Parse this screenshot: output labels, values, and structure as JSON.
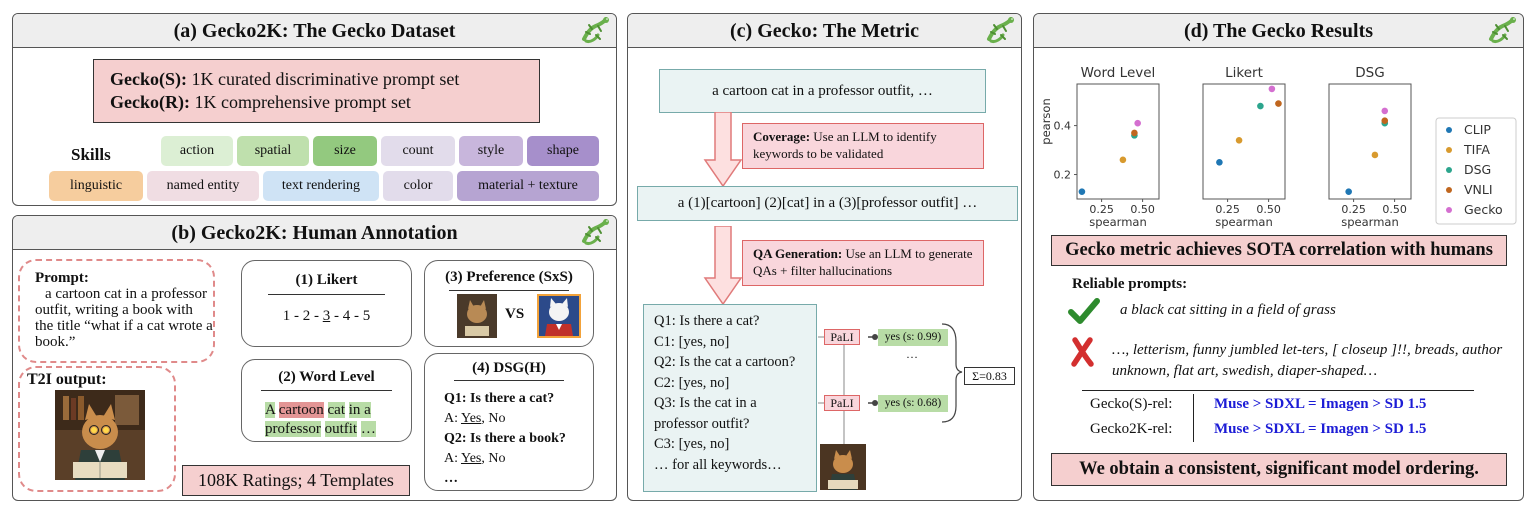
{
  "panel_a": {
    "title": "(a) Gecko2K: The Gecko Dataset",
    "gecko_s_label": "Gecko(S):",
    "gecko_s_text": " 1K curated discriminative prompt set",
    "gecko_r_label": "Gecko(R):",
    "gecko_r_text": " 1K comprehensive prompt set",
    "skills_label": "Skills",
    "skills": [
      {
        "label": "action",
        "color": "#dcefd4"
      },
      {
        "label": "spatial",
        "color": "#bfe0ad"
      },
      {
        "label": "size",
        "color": "#93c97f"
      },
      {
        "label": "count",
        "color": "#e2dceb"
      },
      {
        "label": "style",
        "color": "#c8b6dc"
      },
      {
        "label": "shape",
        "color": "#a68fcb"
      },
      {
        "label": "linguistic",
        "color": "#f6cd9e"
      },
      {
        "label": "named entity",
        "color": "#f0dde3"
      },
      {
        "label": "text rendering",
        "color": "#cfe3f5"
      },
      {
        "label": "color",
        "color": "#e2dceb"
      },
      {
        "label": "material + texture",
        "color": "#b6a4d2"
      }
    ]
  },
  "panel_b": {
    "title": "(b) Gecko2K: Human Annotation",
    "prompt_label": "Prompt:",
    "prompt_text": "a cartoon cat in a professor outfit, writing a book with the title “what if a cat wrote a book.”",
    "t2i_label": "T2I output:",
    "likert_title": "(1) Likert",
    "likert_scale_a": "1 - 2 - ",
    "likert_scale_sel": "3",
    "likert_scale_b": " - 4 - 5",
    "word_title": "(2) Word Level",
    "word_tokens": [
      "A",
      "cartoon",
      "cat",
      "in a",
      "professor",
      "outfit",
      "…"
    ],
    "pref_title": "(3) Preference (SxS)",
    "pref_vs": "VS",
    "dsg_title": "(4) DSG(H)",
    "dsg_q1": "Q1: Is there a cat?",
    "dsg_a1_pre": "A: ",
    "dsg_a1_yes": "Yes",
    "dsg_a1_post": ", No",
    "dsg_q2": "Q2: Is there a book?",
    "dsg_a2_pre": "A: ",
    "dsg_a2_yes": "Yes",
    "dsg_a2_post": ", No",
    "dsg_more": "…",
    "ratings": "108K Ratings; 4 Templates"
  },
  "panel_c": {
    "title": "(c) Gecko: The Metric",
    "input_prompt": "a cartoon cat in a professor outfit, …",
    "coverage_label": "Coverage:",
    "coverage_text": " Use an LLM to identify keywords to be validated",
    "keywords": "a (1)[cartoon] (2)[cat] in a (3)[professor outfit] …",
    "qa_label": "QA Generation:",
    "qa_text": " Use an LLM to generate QAs + filter hallucinations",
    "qas": [
      "Q1: Is there a cat?",
      "C1: [yes, no]",
      "Q2: Is the cat a cartoon?",
      "C2: [yes, no]",
      "Q3: Is the cat in a professor outfit?",
      "C3: [yes, no]",
      "… for all keywords…"
    ],
    "pali_label": "PaLI",
    "score1": "yes (s: 0.99)",
    "score_dots": "…",
    "score2": "yes (s: 0.68)",
    "sum": "Σ=0.83"
  },
  "panel_d": {
    "title": "(d) The Gecko Results",
    "chart_data": {
      "type": "scatter",
      "subplots": [
        {
          "title": "Word Level",
          "points": [
            {
              "series": "CLIP",
              "x": 0.13,
              "y": 0.13
            },
            {
              "series": "TIFA",
              "x": 0.38,
              "y": 0.26
            },
            {
              "series": "DSG",
              "x": 0.45,
              "y": 0.36
            },
            {
              "series": "VNLI",
              "x": 0.45,
              "y": 0.37
            },
            {
              "series": "Gecko",
              "x": 0.47,
              "y": 0.41
            }
          ]
        },
        {
          "title": "Likert",
          "points": [
            {
              "series": "CLIP",
              "x": 0.2,
              "y": 0.25
            },
            {
              "series": "TIFA",
              "x": 0.32,
              "y": 0.34
            },
            {
              "series": "DSG",
              "x": 0.45,
              "y": 0.48
            },
            {
              "series": "VNLI",
              "x": 0.56,
              "y": 0.49
            },
            {
              "series": "Gecko",
              "x": 0.52,
              "y": 0.55
            }
          ]
        },
        {
          "title": "DSG",
          "points": [
            {
              "series": "CLIP",
              "x": 0.22,
              "y": 0.13
            },
            {
              "series": "TIFA",
              "x": 0.38,
              "y": 0.28
            },
            {
              "series": "DSG",
              "x": 0.44,
              "y": 0.41
            },
            {
              "series": "VNLI",
              "x": 0.44,
              "y": 0.42
            },
            {
              "series": "Gecko",
              "x": 0.44,
              "y": 0.46
            }
          ]
        }
      ],
      "xlabel": "spearman",
      "ylabel": "pearson",
      "xticks": [
        "0.25",
        "0.50"
      ],
      "yticks": [
        "0.2",
        "0.4"
      ],
      "xlim": [
        0.1,
        0.6
      ],
      "ylim": [
        0.1,
        0.57
      ],
      "series": [
        {
          "name": "CLIP",
          "color": "#1f77b4"
        },
        {
          "name": "TIFA",
          "color": "#d89a2e"
        },
        {
          "name": "DSG",
          "color": "#2ca58d"
        },
        {
          "name": "VNLI",
          "color": "#c0661e"
        },
        {
          "name": "Gecko",
          "color": "#d46fd0"
        }
      ]
    },
    "headline": "Gecko metric achieves SOTA correlation with humans",
    "reliable_label": "Reliable prompts:",
    "good_prompt": "a black cat sitting in a field of grass",
    "bad_prompt": "…, letterism, funny jumbled let-ters, [ closeup ]!!, breads, author unknown, flat art, swedish, diaper-shaped…",
    "rows": [
      {
        "label": "Gecko(S)-rel:",
        "value": "Muse > SDXL = Imagen > SD 1.5"
      },
      {
        "label": "Gecko2K-rel:",
        "value": "Muse > SDXL = Imagen > SD 1.5"
      }
    ],
    "conclusion": "We obtain a consistent, significant model ordering."
  }
}
